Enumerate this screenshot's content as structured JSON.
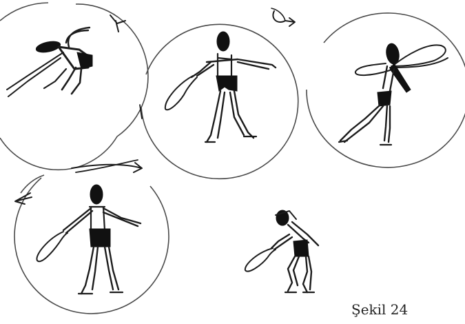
{
  "figure": {
    "caption": "Şekil 24",
    "ink_color": "#1c1c1c",
    "background": "#ffffff",
    "illustrations": [
      "figure-rope-swing-side",
      "figure-rope-swing-front",
      "figure-rope-swing-overhead",
      "figure-rope-swing-open-arms",
      "figure-rope-swing-crouch"
    ]
  }
}
